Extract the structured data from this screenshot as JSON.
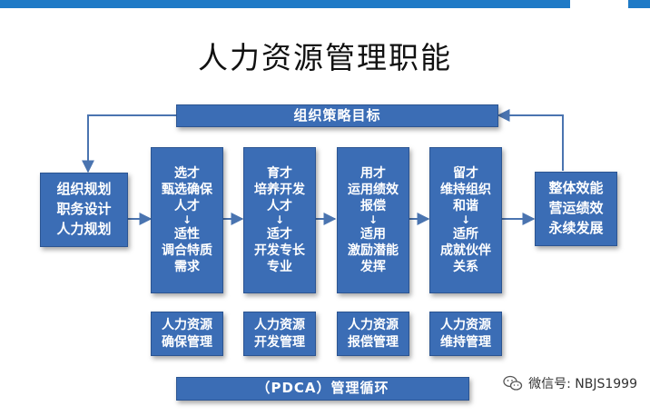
{
  "title": "人力资源管理职能",
  "top_bar": "组织策略目标",
  "bottom_bar": "（PDCA）管理循环",
  "left_box": [
    "组织规划",
    "职务设计",
    "人力规划"
  ],
  "right_box": [
    "整体效能",
    "营运绩效",
    "永续发展"
  ],
  "columns": [
    {
      "top": [
        "选才",
        "甄选确保",
        "人才"
      ],
      "bottom": [
        "适性",
        "调合特质",
        "需求"
      ],
      "sub": [
        "人力资源",
        "确保管理"
      ]
    },
    {
      "top": [
        "育才",
        "培养开发",
        "人才"
      ],
      "bottom": [
        "适才",
        "开发专长",
        "专业"
      ],
      "sub": [
        "人力资源",
        "开发管理"
      ]
    },
    {
      "top": [
        "用才",
        "运用绩效",
        "报偿"
      ],
      "bottom": [
        "适用",
        "激励潜能",
        "发挥"
      ],
      "sub": [
        "人力资源",
        "报偿管理"
      ]
    },
    {
      "top": [
        "留才",
        "维持组织",
        "和谐"
      ],
      "bottom": [
        "适所",
        "成就伙伴",
        "关系"
      ],
      "sub": [
        "人力资源",
        "维持管理"
      ]
    }
  ],
  "watermark": "微信号: NBJS1999",
  "colors": {
    "box": "#3b6db5",
    "accent": "#1f7ac6",
    "arrow": "#4a74b0"
  }
}
